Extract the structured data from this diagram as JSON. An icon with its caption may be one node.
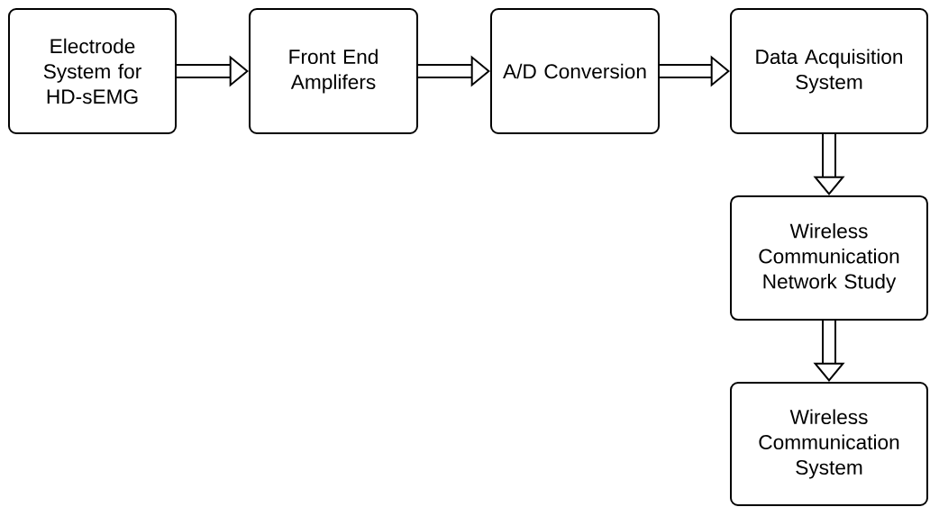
{
  "diagram": {
    "nodes": [
      {
        "text": [
          "Electrode System for HD-sEMG"
        ]
      },
      {
        "text": [
          "Front End Amplifers"
        ]
      },
      {
        "text": [
          "A/D Conversion"
        ]
      },
      {
        "text": [
          "Data Acquisition System"
        ]
      },
      {
        "text": [
          "Wireless Communication Network Study"
        ]
      },
      {
        "text": [
          "Wireless Communication System"
        ]
      }
    ],
    "edges": [
      {
        "from": 0,
        "to": 1,
        "arrow": "to"
      },
      {
        "from": 1,
        "to": 2,
        "arrow": "to"
      },
      {
        "from": 2,
        "to": 3,
        "arrow": "to"
      },
      {
        "from": 3,
        "to": 4,
        "arrow": "to"
      },
      {
        "from": 4,
        "to": 5,
        "arrow": "to"
      }
    ]
  }
}
